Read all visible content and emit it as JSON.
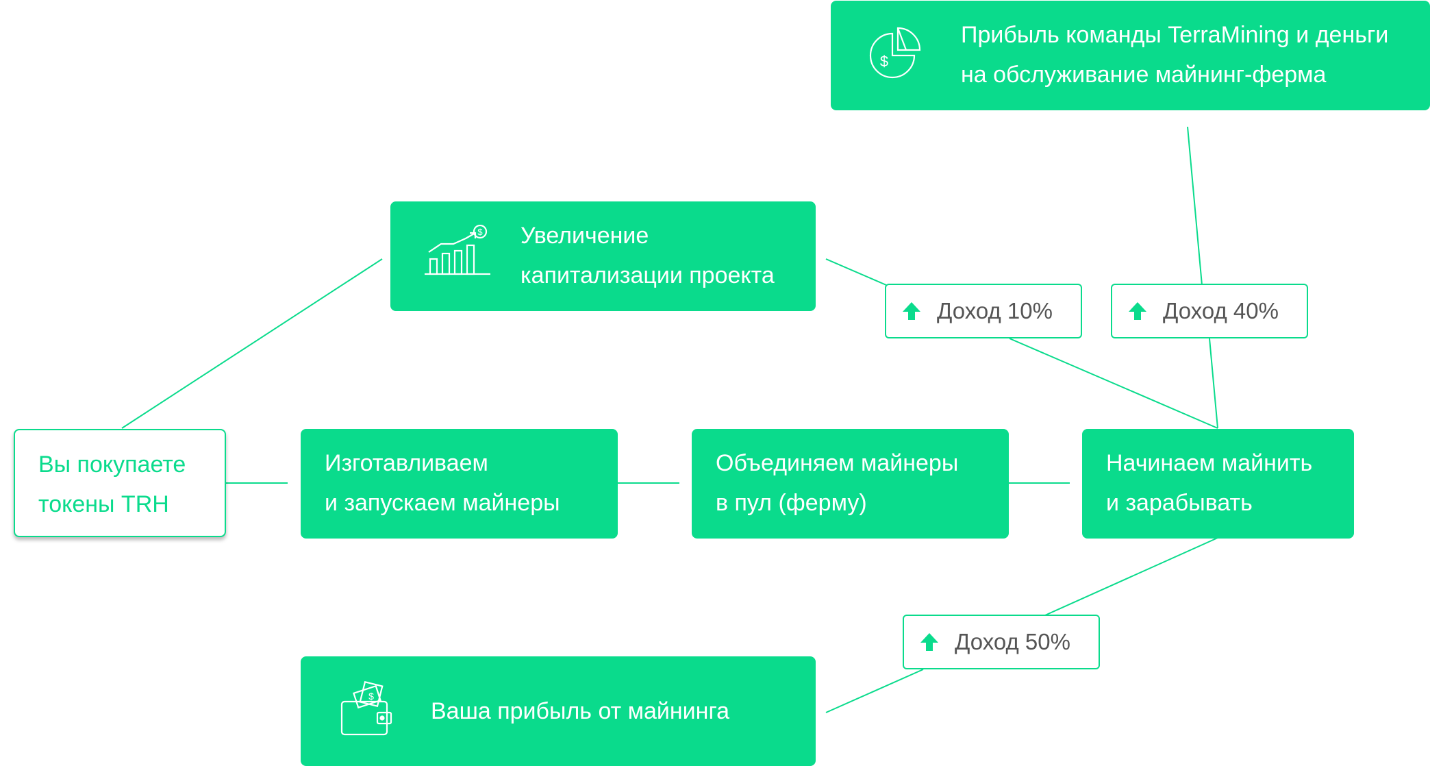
{
  "colors": {
    "accent": "#0adb8c",
    "box_text": "#ffffff",
    "badge_text": "#555555",
    "background": "#ffffff"
  },
  "start_box": {
    "line1": "Вы покупаете",
    "line2": "токены TRH"
  },
  "steps": [
    {
      "line1": "Изготавливаем",
      "line2": "и запускаем майнеры"
    },
    {
      "line1": "Объединяем майнеры",
      "line2": "в пул (ферму)"
    },
    {
      "line1": "Начинаем майнить",
      "line2": "и зарабывать"
    }
  ],
  "capitalization": {
    "icon": "growth-chart-icon",
    "line1": "Увеличение",
    "line2": "капитализации проекта"
  },
  "team_profit": {
    "icon": "pie-chart-icon",
    "line1": "Прибыль команды TerraMining и деньги",
    "line2": "на обслуживание майнинг-ферма"
  },
  "your_profit": {
    "icon": "wallet-icon",
    "label": "Ваша прибыль  от майнинга"
  },
  "badges": [
    {
      "icon": "arrow-up-icon",
      "label": "Доход 10%"
    },
    {
      "icon": "arrow-up-icon",
      "label": "Доход 40%"
    },
    {
      "icon": "arrow-up-icon",
      "label": "Доход 50%"
    }
  ]
}
